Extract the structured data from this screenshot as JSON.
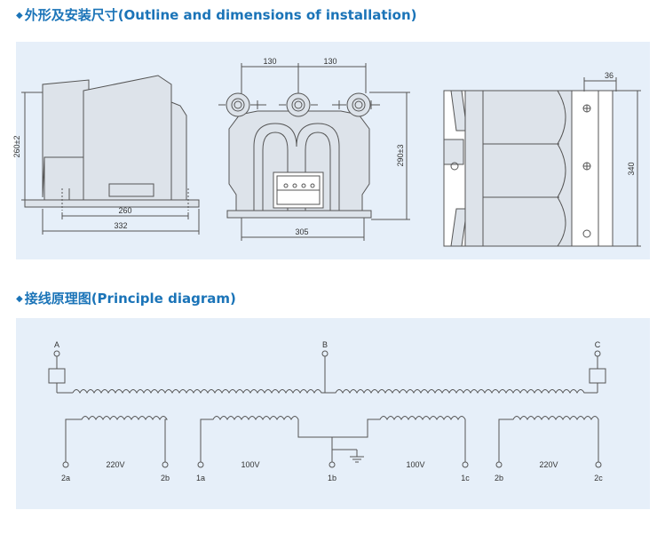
{
  "headings": {
    "outline": "外形及安装尺寸(Outline and dimensions of installation)",
    "principle": "接线原理图(Principle diagram)",
    "bullet": "◆"
  },
  "colors": {
    "heading": "#1b74b8",
    "panel": "#e6eff9",
    "line": "#555555",
    "body_fill": "#dde3ea",
    "text": "#333333"
  },
  "outline": {
    "side_view": {
      "height": "260±2",
      "base_inner": "260",
      "base_outer": "332"
    },
    "front_view": {
      "spacing_left": "130",
      "spacing_right": "130",
      "height": "290±3",
      "base": "305"
    },
    "top_view": {
      "offset": "36",
      "depth": "340"
    }
  },
  "principle": {
    "terminals": {
      "a": "A",
      "b": "B",
      "c": "C"
    },
    "windings": [
      {
        "voltage": "220V",
        "left": "2a",
        "right": "2b"
      },
      {
        "voltage": "100V",
        "left": "1a",
        "right": "1b"
      },
      {
        "voltage": "100V",
        "left": "",
        "right": "1c"
      },
      {
        "voltage": "220V",
        "left": "2b",
        "right": "2c"
      }
    ]
  }
}
